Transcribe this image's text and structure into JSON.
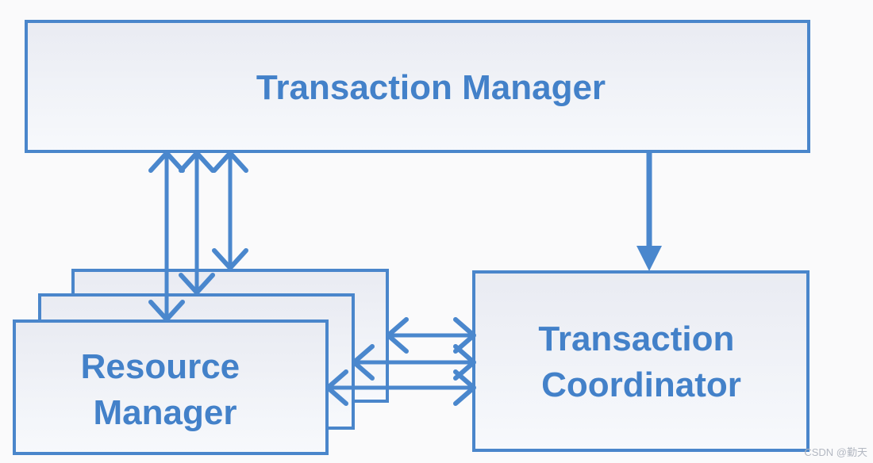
{
  "diagram": {
    "type": "architecture-diagram",
    "nodes": {
      "transaction_manager": {
        "label": "Transaction Manager"
      },
      "resource_manager": {
        "line1": "Resource",
        "line2": "Manager",
        "stacked_instances": 3
      },
      "transaction_coordinator": {
        "line1": "Transaction",
        "line2": "Coordinator"
      }
    },
    "edges": [
      {
        "from": "transaction_manager",
        "to": "resource_manager",
        "direction": "bidirectional",
        "head_style": "open-v",
        "count": 3
      },
      {
        "from": "transaction_manager",
        "to": "transaction_coordinator",
        "direction": "one-way-down",
        "head_style": "filled-triangle",
        "count": 1
      },
      {
        "from": "resource_manager",
        "to": "transaction_coordinator",
        "direction": "bidirectional",
        "head_style": "open-v",
        "count": 3
      }
    ],
    "colors": {
      "line": "#4a87cd",
      "box_border": "#4a86cb",
      "box_fill_top": "#e9ebf2",
      "box_fill_bottom": "#f7f9fc",
      "label_text": "#4381c9",
      "background": "#fafafb",
      "watermark_text": "#b3b8c2"
    }
  },
  "watermark": {
    "text": "CSDN @勤天"
  }
}
